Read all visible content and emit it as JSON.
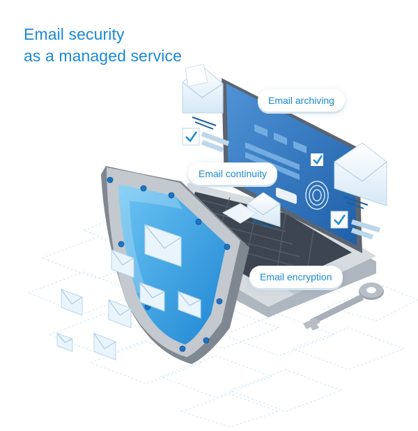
{
  "headline": {
    "line1": "Email security",
    "line2": "as a managed service"
  },
  "callouts": {
    "archiving": "Email archiving",
    "continuity": "Email continuity",
    "encryption": "Email encryption"
  },
  "colors": {
    "accent": "#1a8ad4",
    "shield_blue": "#3aa3e0",
    "shield_frame": "#9ea7b1",
    "rivet": "#1d74c7",
    "screen": "#2f6fb8",
    "grid_line": "#c9e2f3"
  },
  "icons": [
    "shield-icon",
    "laptop-icon",
    "envelope-icon",
    "key-icon",
    "fingerprint-icon",
    "checkbox-icon",
    "lock-icon"
  ]
}
